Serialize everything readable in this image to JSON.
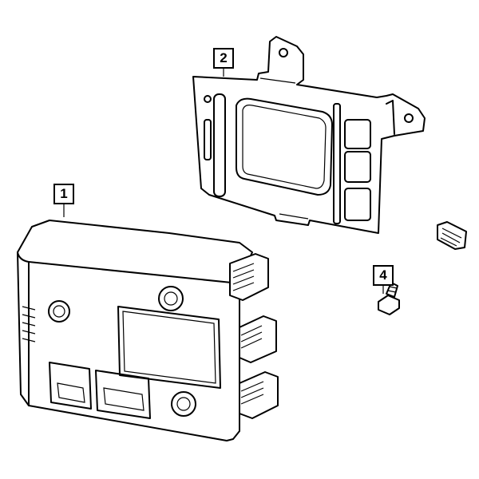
{
  "diagram": {
    "callouts": [
      {
        "id": "callout-1",
        "label": "1",
        "part": "control-module"
      },
      {
        "id": "callout-2",
        "label": "2",
        "part": "mounting-bracket"
      },
      {
        "id": "callout-4",
        "label": "4",
        "part": "bolt"
      }
    ],
    "colors": {
      "line": "#000000",
      "background": "#ffffff"
    }
  }
}
